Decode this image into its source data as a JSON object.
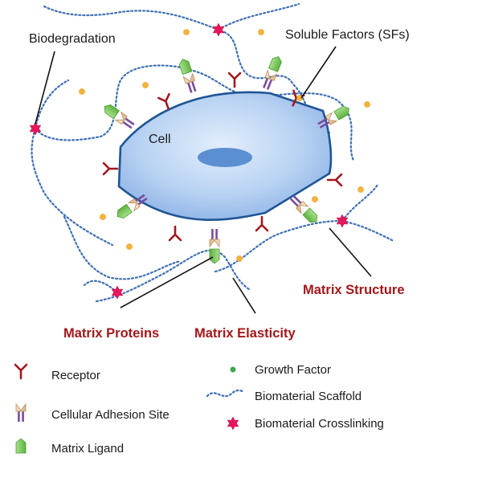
{
  "labels": {
    "cell": "Cell",
    "biodegradation": "Biodegradation",
    "soluble_factors": "Soluble Factors (SFs)",
    "matrix_structure": "Matrix Structure",
    "matrix_proteins": "Matrix Proteins",
    "matrix_elasticity": "Matrix Elasticity"
  },
  "legend": {
    "receptor": "Receptor",
    "adhesion_site": "Cellular Adhesion Site",
    "matrix_ligand": "Matrix Ligand",
    "growth_factor": "Growth Factor",
    "scaffold": "Biomaterial Scaffold",
    "crosslinking": "Biomaterial Crosslinking"
  },
  "colors": {
    "cell_fill": "#b9d3f3",
    "nucleus": "#5b8fd1",
    "receptor": "#a0191d",
    "ligand": "#7dc95e",
    "scaffold": "#3e6fb5",
    "soluble_factor": "#f4b53a",
    "crosslink": "#e6175a",
    "red_label": "#a3171a"
  }
}
